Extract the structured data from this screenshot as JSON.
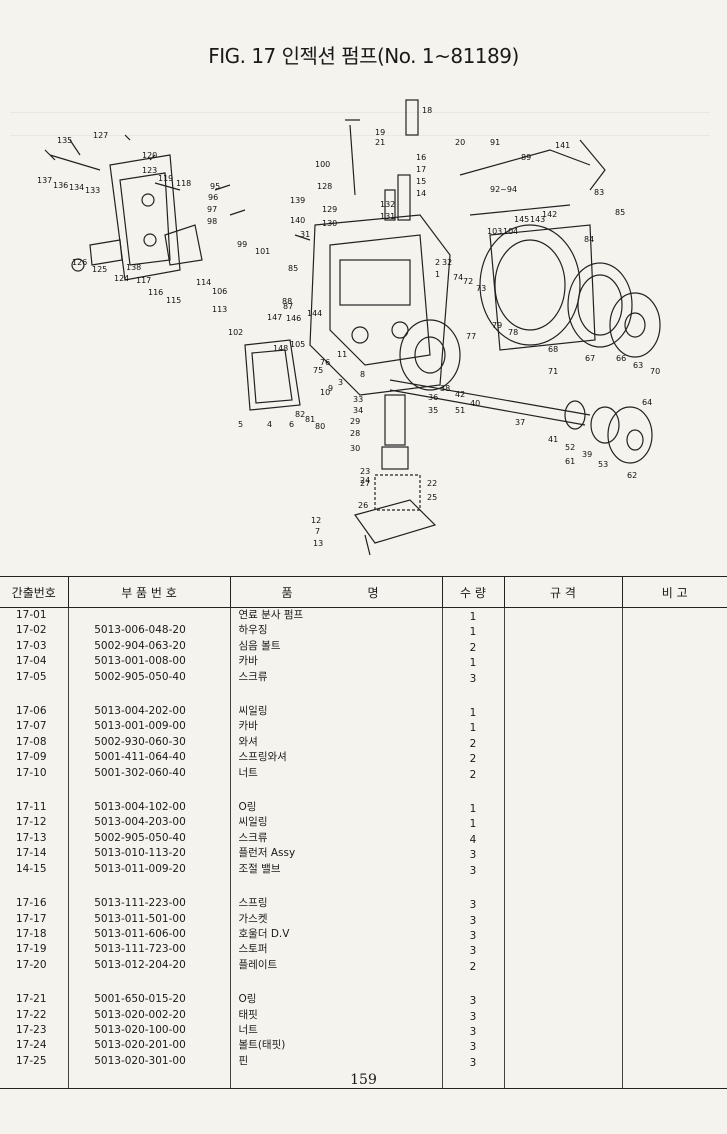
{
  "page": {
    "title": "FIG. 17 인젝션 펌프(No. 1~81189)",
    "page_number": "159"
  },
  "diagram": {
    "callouts": [
      "18",
      "19",
      "21",
      "20",
      "91",
      "141",
      "16",
      "17",
      "15",
      "14",
      "100",
      "128",
      "132",
      "131",
      "135",
      "127",
      "120",
      "123",
      "119",
      "118",
      "137",
      "136",
      "134",
      "133",
      "95",
      "96",
      "97",
      "98",
      "139",
      "129",
      "130",
      "140",
      "31",
      "126",
      "125",
      "138",
      "124",
      "117",
      "116",
      "115",
      "99",
      "101",
      "85",
      "87",
      "88",
      "144",
      "146",
      "147",
      "148",
      "114",
      "106",
      "113",
      "102",
      "105",
      "2",
      "1",
      "32",
      "72",
      "74",
      "73",
      "89",
      "92~94",
      "145",
      "143",
      "142",
      "103",
      "104",
      "83",
      "85",
      "84",
      "75",
      "76",
      "11",
      "10",
      "9",
      "3",
      "8",
      "5",
      "4",
      "6",
      "82",
      "81",
      "80",
      "79",
      "78",
      "77",
      "67",
      "66",
      "63",
      "70",
      "68",
      "38",
      "42",
      "40",
      "71",
      "64",
      "37",
      "41",
      "52",
      "39",
      "61",
      "53",
      "62",
      "33",
      "34",
      "36",
      "35",
      "29",
      "28",
      "30",
      "23",
      "24",
      "27",
      "22",
      "25",
      "26",
      "12",
      "7",
      "13",
      "51"
    ]
  },
  "table": {
    "headers": {
      "no": "간출번호",
      "part_no": "부 품 번 호",
      "name_left": "품",
      "name_right": "명",
      "qty": "수 량",
      "spec": "규 격",
      "remarks": "비 고"
    },
    "groups": [
      [
        {
          "no": "17-01",
          "part_no": "",
          "name": "연료 분사 펌프",
          "qty": "1"
        },
        {
          "no": "17-02",
          "part_no": "5013-006-048-20",
          "name": "하우징",
          "qty": "1"
        },
        {
          "no": "17-03",
          "part_no": "5002-904-063-20",
          "name": "심음 볼트",
          "qty": "2"
        },
        {
          "no": "17-04",
          "part_no": "5013-001-008-00",
          "name": "카바",
          "qty": "1"
        },
        {
          "no": "17-05",
          "part_no": "5002-905-050-40",
          "name": "스크류",
          "qty": "3"
        }
      ],
      [
        {
          "no": "17-06",
          "part_no": "5013-004-202-00",
          "name": "씨일링",
          "qty": "1"
        },
        {
          "no": "17-07",
          "part_no": "5013-001-009-00",
          "name": "카바",
          "qty": "1"
        },
        {
          "no": "17-08",
          "part_no": "5002-930-060-30",
          "name": "와셔",
          "qty": "2"
        },
        {
          "no": "17-09",
          "part_no": "5001-411-064-40",
          "name": "스프링와셔",
          "qty": "2"
        },
        {
          "no": "17-10",
          "part_no": "5001-302-060-40",
          "name": "너트",
          "qty": "2"
        }
      ],
      [
        {
          "no": "17-11",
          "part_no": "5013-004-102-00",
          "name": "O링",
          "qty": "1"
        },
        {
          "no": "17-12",
          "part_no": "5013-004-203-00",
          "name": "씨일링",
          "qty": "1"
        },
        {
          "no": "17-13",
          "part_no": "5002-905-050-40",
          "name": "스크류",
          "qty": "4"
        },
        {
          "no": "17-14",
          "part_no": "5013-010-113-20",
          "name": "플런저 Assy",
          "qty": "3"
        },
        {
          "no": "14-15",
          "part_no": "5013-011-009-20",
          "name": "조절 밸브",
          "qty": "3"
        }
      ],
      [
        {
          "no": "17-16",
          "part_no": "5013-111-223-00",
          "name": "스프링",
          "qty": "3"
        },
        {
          "no": "17-17",
          "part_no": "5013-011-501-00",
          "name": "가스켓",
          "qty": "3"
        },
        {
          "no": "17-18",
          "part_no": "5013-011-606-00",
          "name": "호울더 D.V",
          "qty": "3"
        },
        {
          "no": "17-19",
          "part_no": "5013-111-723-00",
          "name": "스토퍼",
          "qty": "3"
        },
        {
          "no": "17-20",
          "part_no": "5013-012-204-20",
          "name": "플레이트",
          "qty": "2"
        }
      ],
      [
        {
          "no": "17-21",
          "part_no": "5001-650-015-20",
          "name": "O링",
          "qty": "3"
        },
        {
          "no": "17-22",
          "part_no": "5013-020-002-20",
          "name": "태핏",
          "qty": "3"
        },
        {
          "no": "17-23",
          "part_no": "5013-020-100-00",
          "name": "너트",
          "qty": "3"
        },
        {
          "no": "17-24",
          "part_no": "5013-020-201-00",
          "name": "볼트(태핏)",
          "qty": "3"
        },
        {
          "no": "17-25",
          "part_no": "5013-020-301-00",
          "name": "핀",
          "qty": "3"
        }
      ]
    ]
  }
}
